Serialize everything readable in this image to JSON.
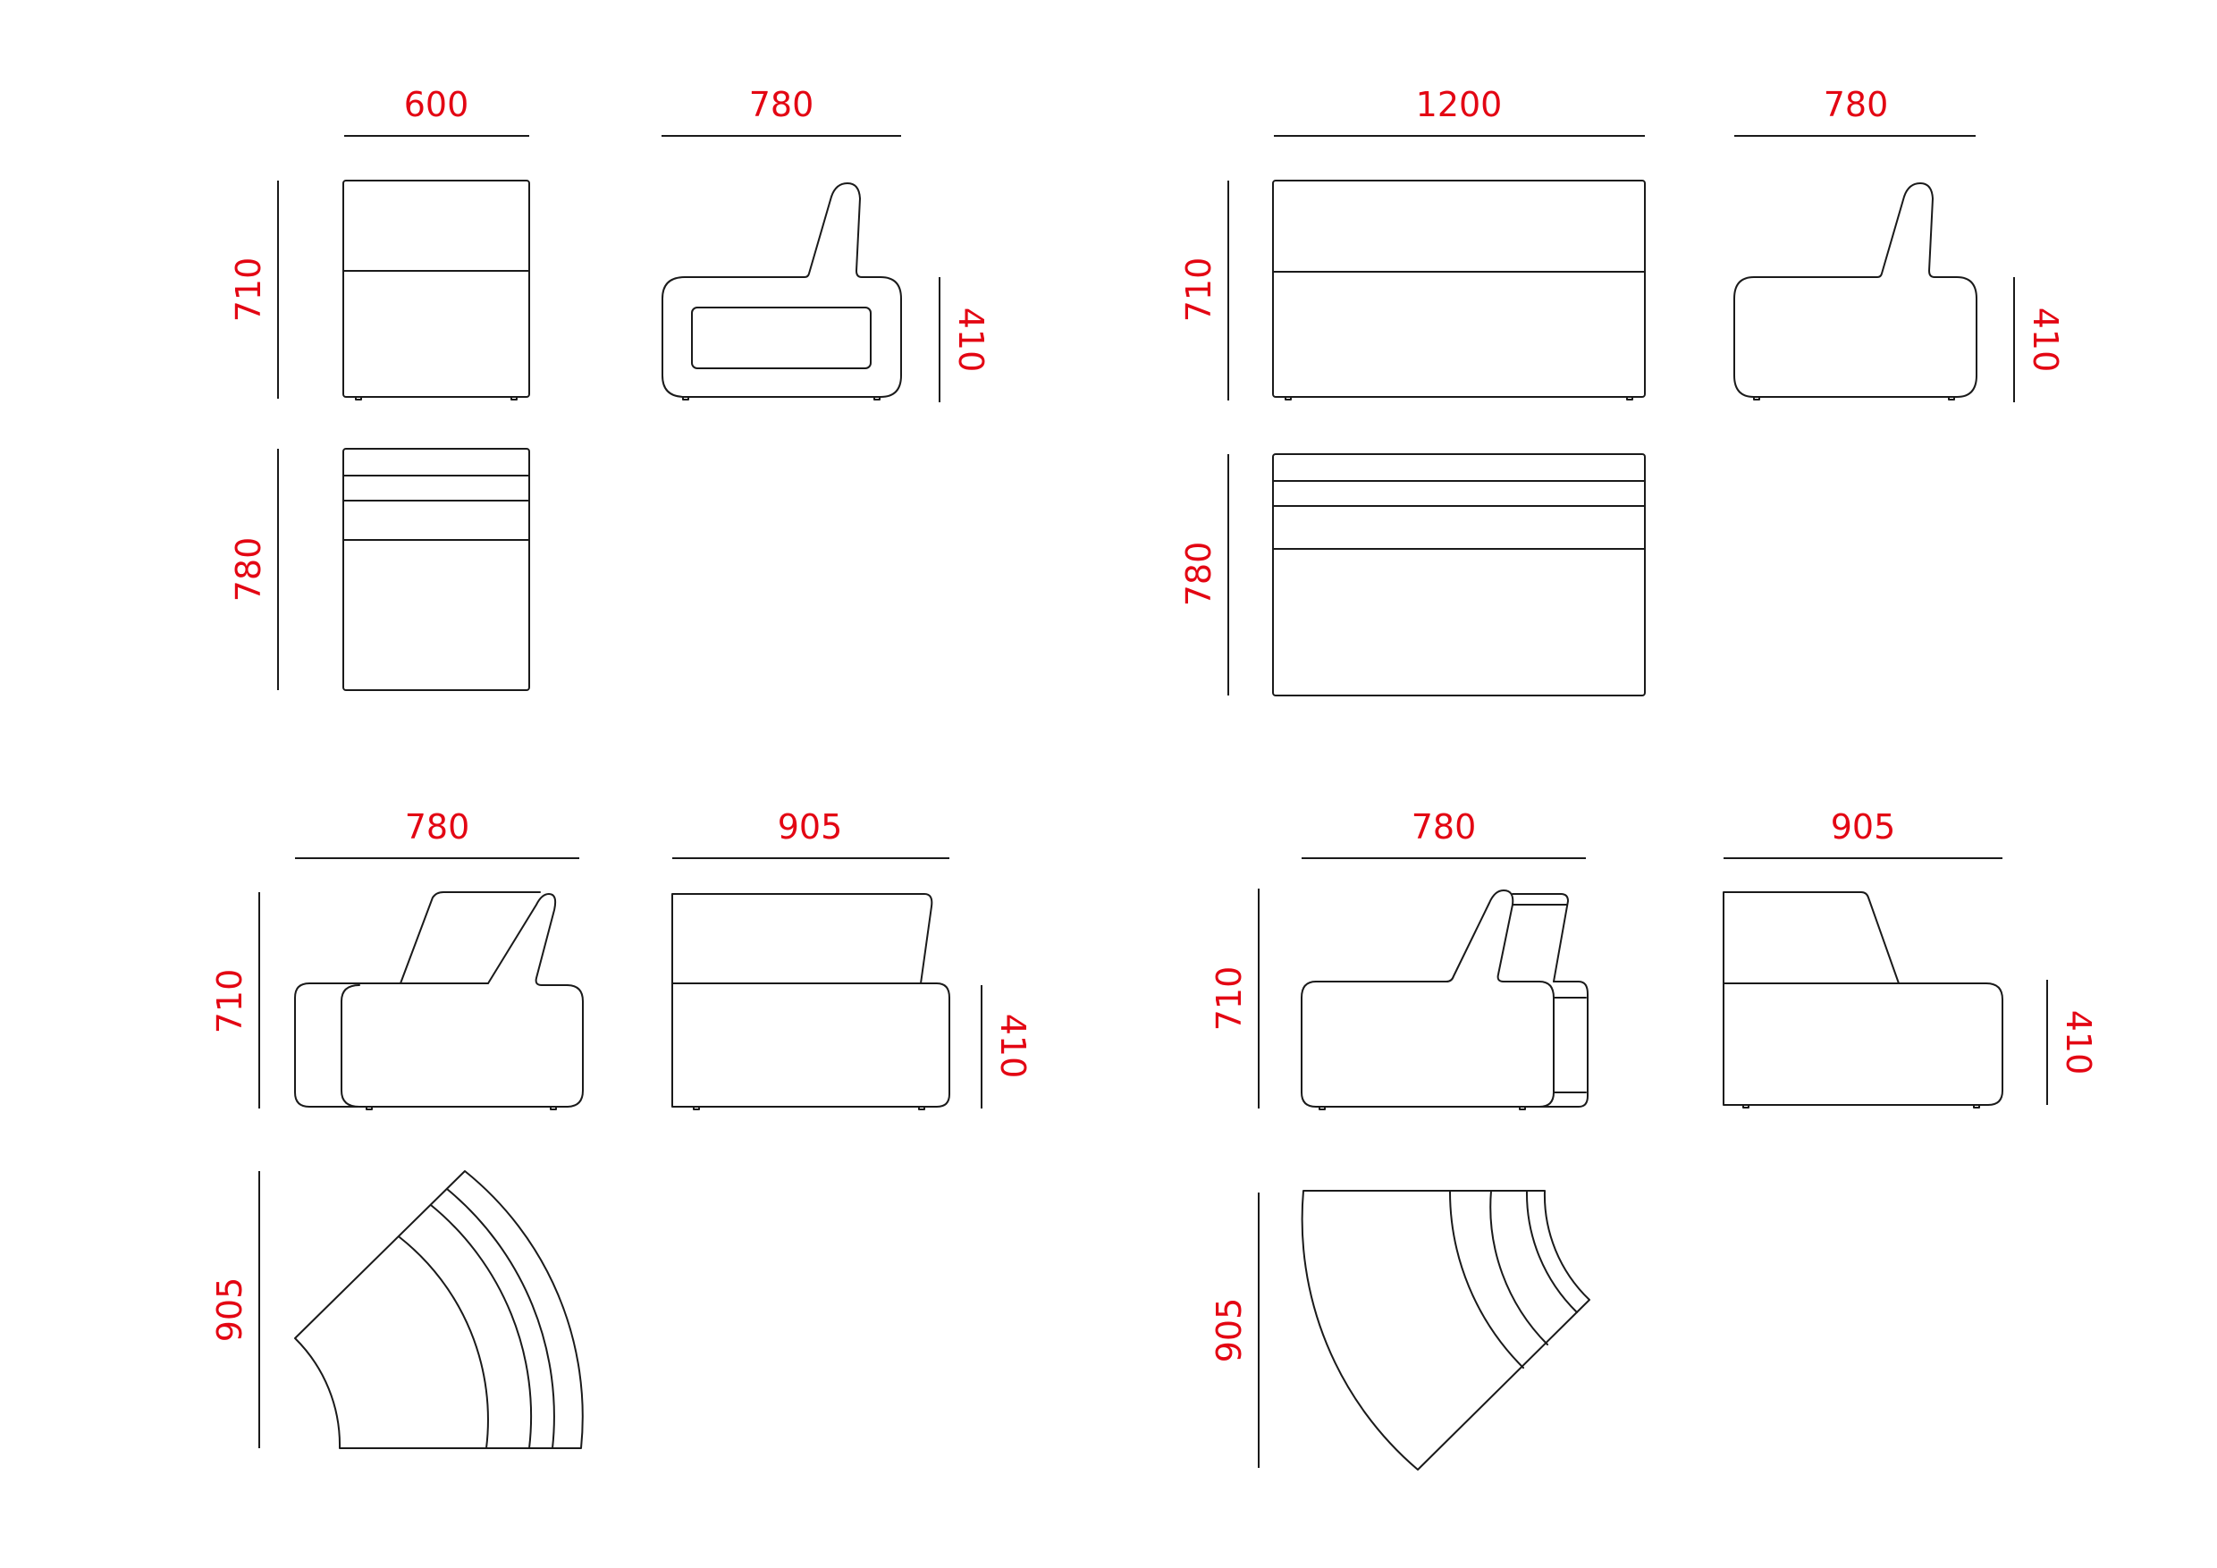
{
  "colors": {
    "label": "#e30613",
    "stroke": "#1a1a1a",
    "background": "#ffffff"
  },
  "groups": {
    "single": {
      "width_top": "600",
      "depth_side": "780",
      "height_front": "710",
      "seat_height": "410",
      "depth_plan": "780"
    },
    "double": {
      "width_top": "1200",
      "depth_side": "780",
      "height_front": "710",
      "seat_height": "410",
      "depth_plan": "780"
    },
    "corner_left": {
      "width_top": "780",
      "depth_side": "905",
      "height_front": "710",
      "seat_height": "410",
      "depth_plan": "905"
    },
    "corner_right": {
      "width_top": "780",
      "depth_side": "905",
      "height_front": "710",
      "seat_height": "410",
      "depth_plan": "905"
    }
  }
}
